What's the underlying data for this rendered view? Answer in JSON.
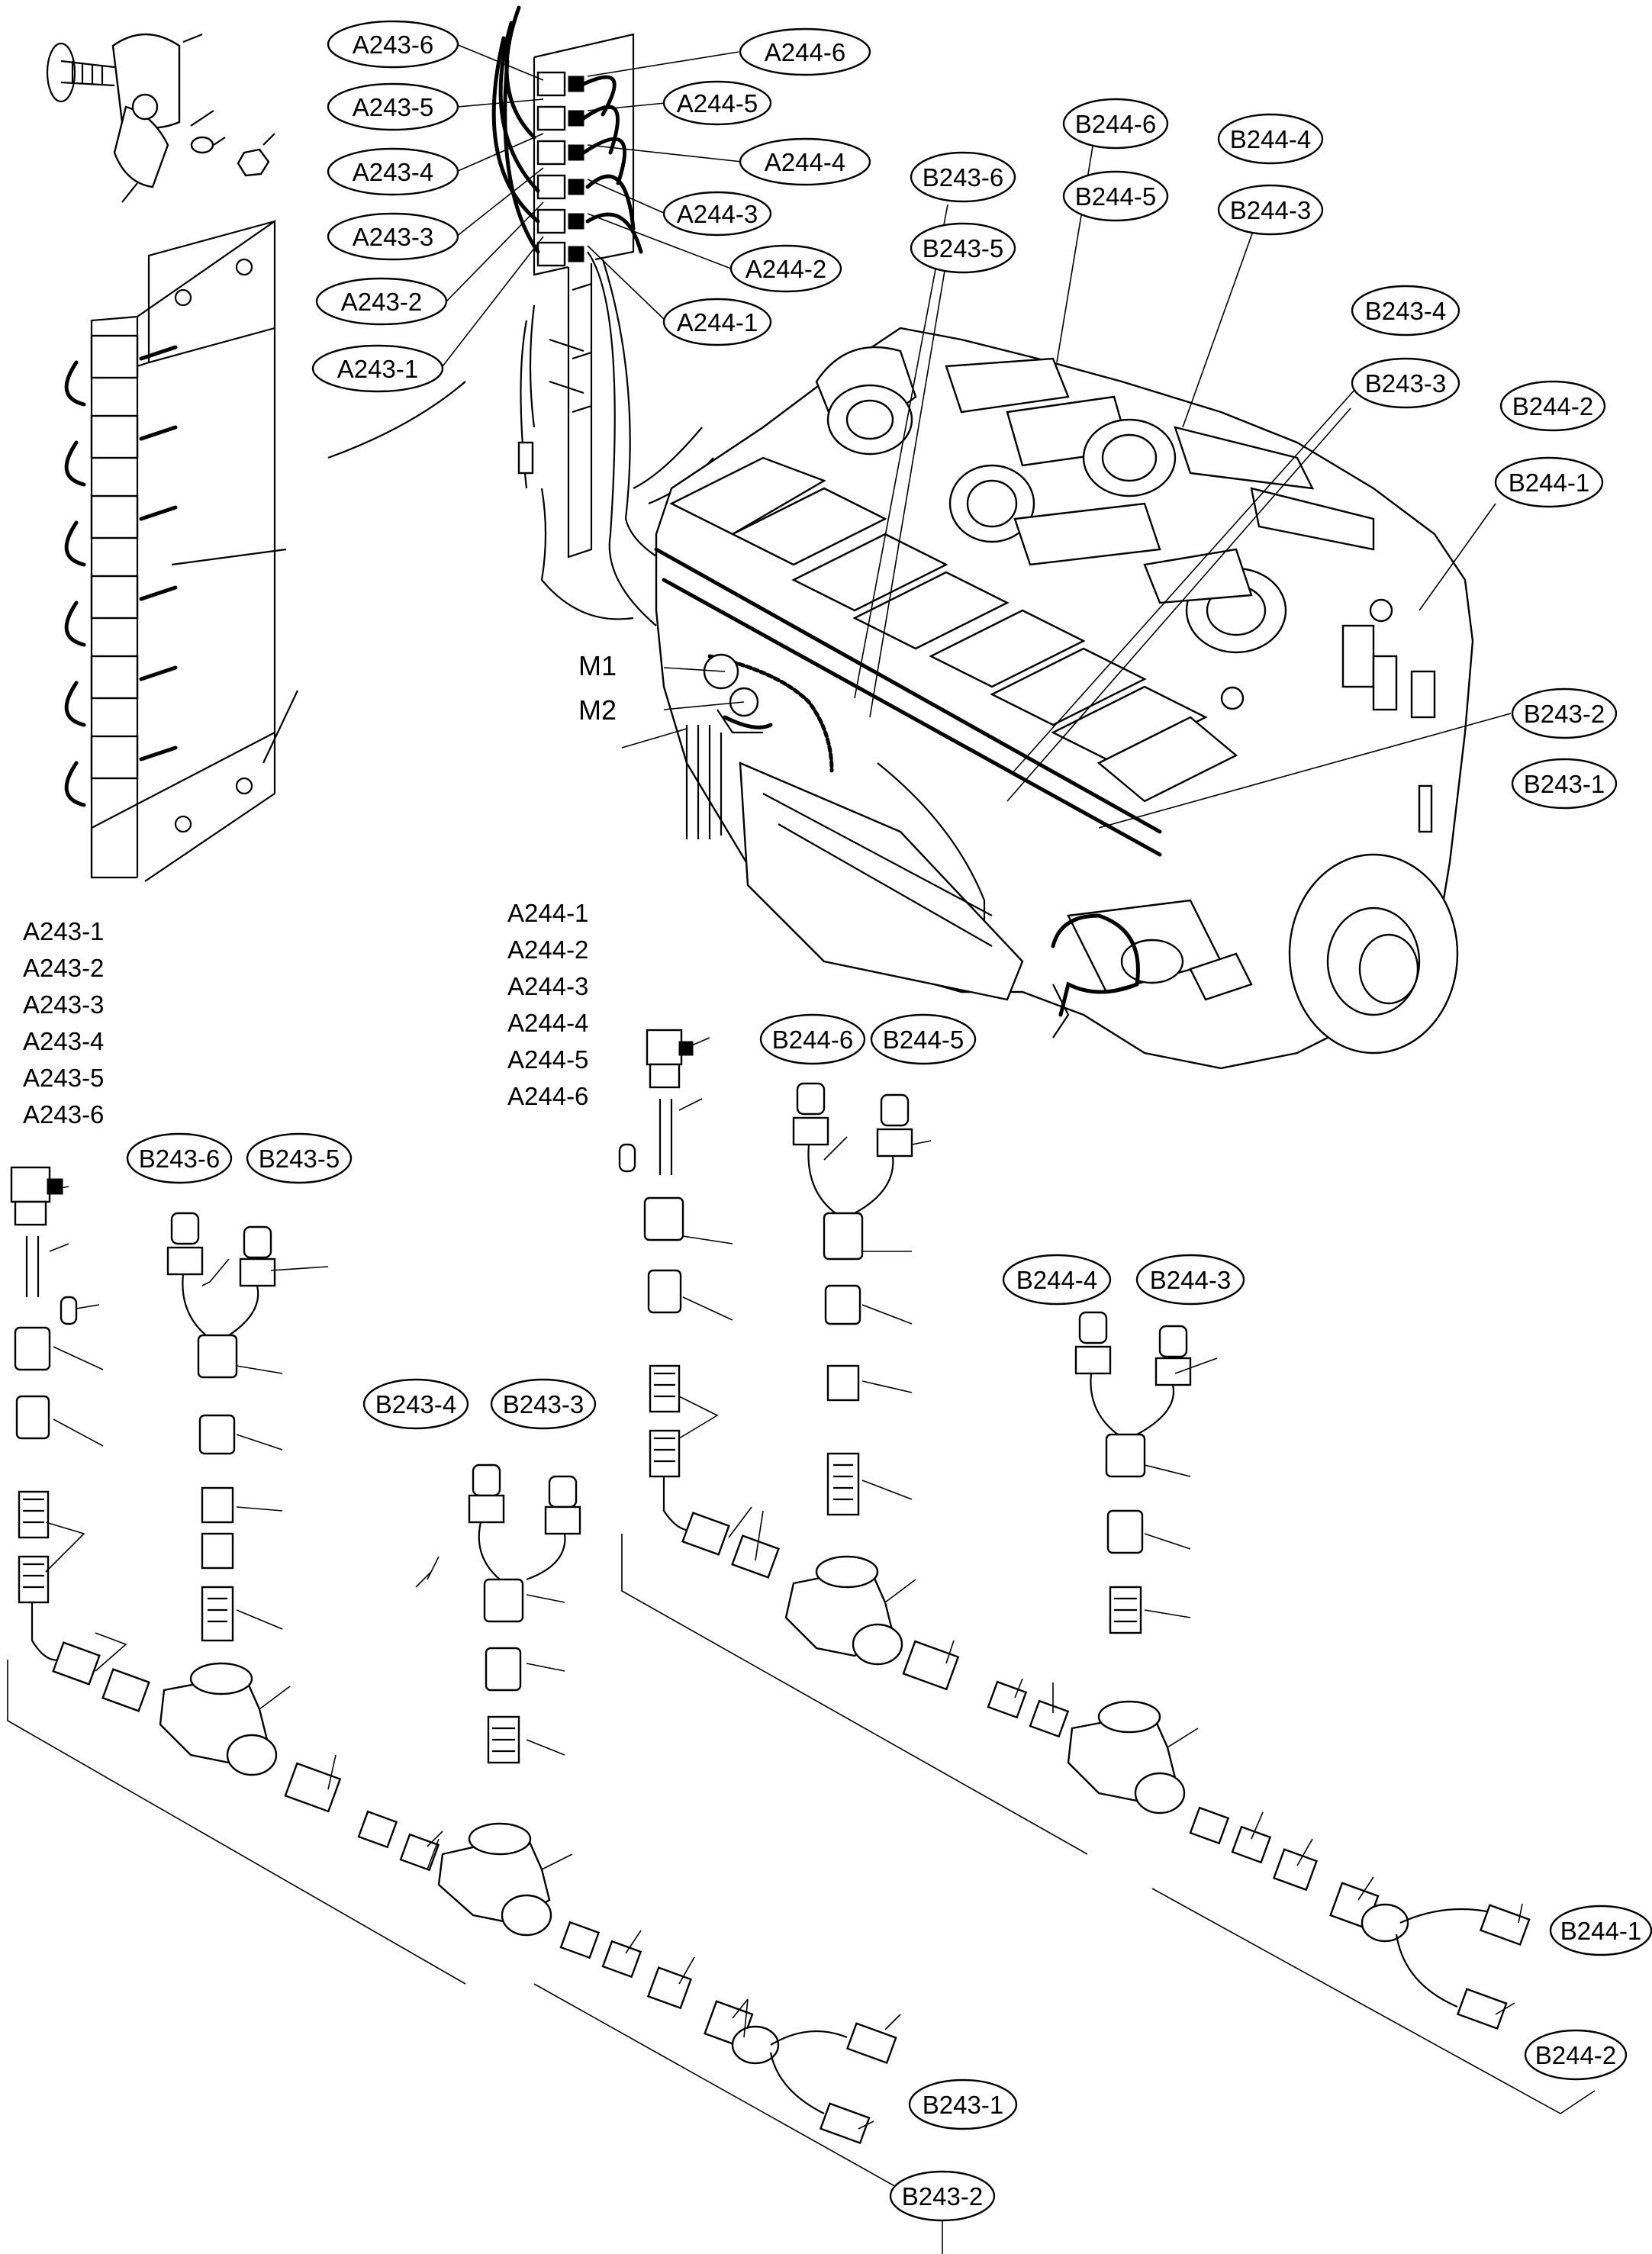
{
  "callouts_top": {
    "a243_6": "A243-6",
    "a243_5": "A243-5",
    "a243_4": "A243-4",
    "a243_3": "A243-3",
    "a243_2": "A243-2",
    "a243_1": "A243-1",
    "a244_6": "A244-6",
    "a244_5": "A244-5",
    "a244_4": "A244-4",
    "a244_3": "A244-3",
    "a244_2": "A244-2",
    "a244_1": "A244-1"
  },
  "callouts_engine": {
    "b244_6": "B244-6",
    "b244_4": "B244-4",
    "b243_6": "B243-6",
    "b244_5": "B244-5",
    "b244_3": "B244-3",
    "b243_5": "B243-5",
    "b243_4": "B243-4",
    "b243_3": "B243-3",
    "b244_2": "B244-2",
    "b244_1": "B244-1",
    "b243_2": "B243-2",
    "b243_1": "B243-1",
    "m1": "M1",
    "m2": "M2"
  },
  "connector_list_left": [
    "A243-1",
    "A243-2",
    "A243-3",
    "A243-4",
    "A243-5",
    "A243-6"
  ],
  "connector_list_mid": [
    "A244-1",
    "A244-2",
    "A244-3",
    "A244-4",
    "A244-5",
    "A244-6"
  ],
  "harness_left": {
    "b243_6": "B243-6",
    "b243_5": "B243-5",
    "b243_4": "B243-4",
    "b243_3": "B243-3",
    "b243_1": "B243-1",
    "b243_2": "B243-2"
  },
  "harness_right": {
    "b244_6": "B244-6",
    "b244_5": "B244-5",
    "b244_4": "B244-4",
    "b244_3": "B244-3",
    "b244_1": "B244-1",
    "b244_2": "B244-2"
  }
}
